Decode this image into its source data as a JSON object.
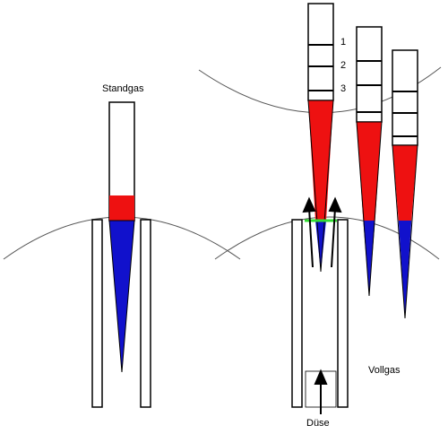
{
  "labels": {
    "standgas": "Standgas",
    "vollgas": "Vollgas",
    "duese": "Düse",
    "mark_1": "1",
    "mark_2": "2",
    "mark_3": "3"
  },
  "colors": {
    "outline": "#000000",
    "red": "#ee1111",
    "blue": "#1111cc",
    "green": "#33dd33",
    "arc": "#555555"
  }
}
